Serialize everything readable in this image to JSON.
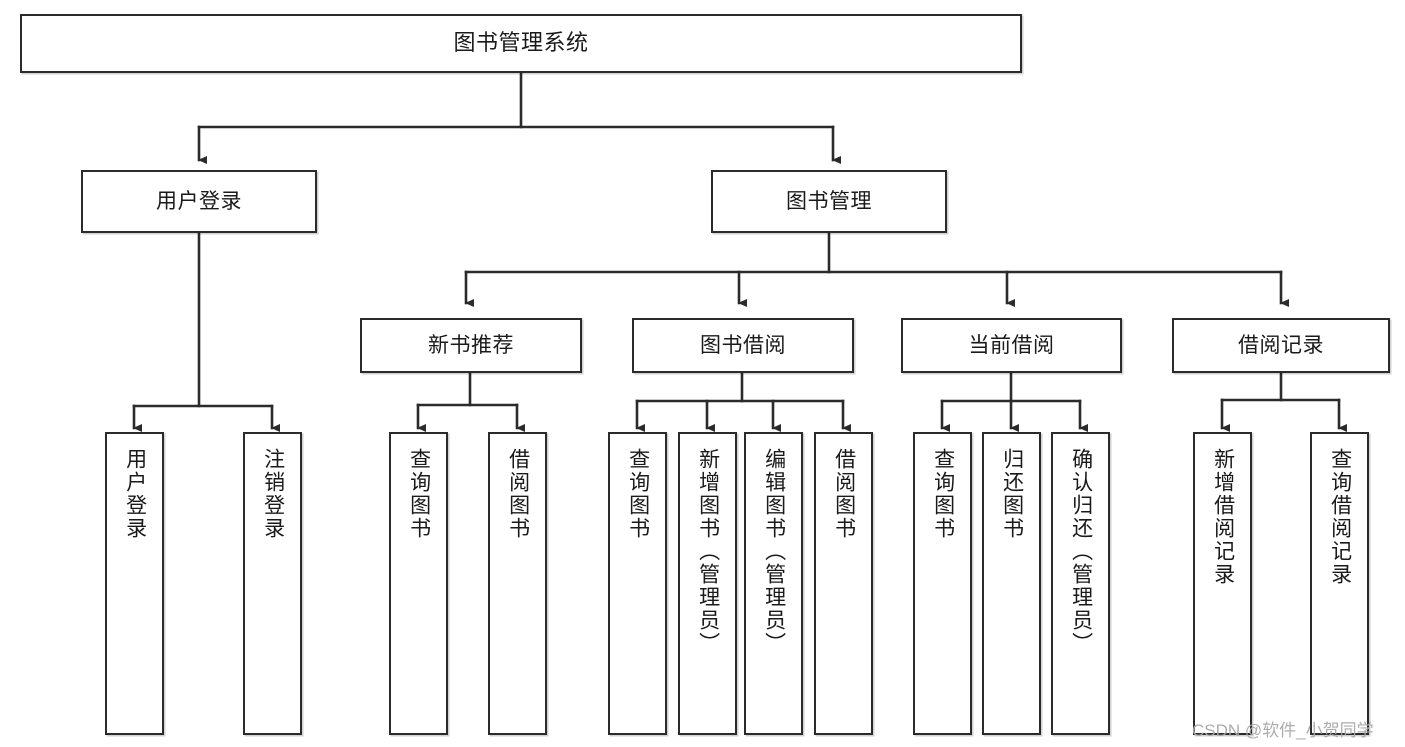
{
  "diagram": {
    "type": "tree-hierarchy",
    "title": "图书管理系统",
    "watermark": "CSDN @软件_小贺同学",
    "colors": {
      "box_border": "#2b2b2b",
      "box_fill": "#ffffff",
      "edge": "#2b2b2b",
      "text": "#1a1a1a",
      "watermark": "#a8a8a8"
    },
    "levels": {
      "root": {
        "label": "图书管理系统"
      },
      "level2": [
        {
          "id": "user-login",
          "label": "用户登录"
        },
        {
          "id": "book-management",
          "label": "图书管理"
        }
      ],
      "level3": [
        {
          "id": "new-book-recommend",
          "label": "新书推荐"
        },
        {
          "id": "book-borrow",
          "label": "图书借阅"
        },
        {
          "id": "current-borrow",
          "label": "当前借阅"
        },
        {
          "id": "borrow-record",
          "label": "借阅记录"
        }
      ],
      "leaves": [
        {
          "id": "leaf-user-login",
          "label": "用户登录",
          "parent": "user-login"
        },
        {
          "id": "leaf-logout",
          "label": "注销登录",
          "parent": "user-login"
        },
        {
          "id": "leaf-query-books-1",
          "label": "查询图书",
          "parent": "new-book-recommend"
        },
        {
          "id": "leaf-borrow-books-1",
          "label": "借阅图书",
          "parent": "new-book-recommend"
        },
        {
          "id": "leaf-query-books-2",
          "label": "查询图书",
          "parent": "book-borrow"
        },
        {
          "id": "leaf-add-book",
          "label": "新增图书（管理员）",
          "parent": "book-borrow"
        },
        {
          "id": "leaf-edit-book",
          "label": "编辑图书（管理员）",
          "parent": "book-borrow"
        },
        {
          "id": "leaf-borrow-books-2",
          "label": "借阅图书",
          "parent": "book-borrow"
        },
        {
          "id": "leaf-query-books-3",
          "label": "查询图书",
          "parent": "current-borrow"
        },
        {
          "id": "leaf-return-book",
          "label": "归还图书",
          "parent": "current-borrow"
        },
        {
          "id": "leaf-confirm-return",
          "label": "确认归还（管理员）",
          "parent": "current-borrow"
        },
        {
          "id": "leaf-add-record",
          "label": "新增借阅记录",
          "parent": "borrow-record"
        },
        {
          "id": "leaf-query-record",
          "label": "查询借阅记录",
          "parent": "borrow-record"
        }
      ]
    }
  }
}
